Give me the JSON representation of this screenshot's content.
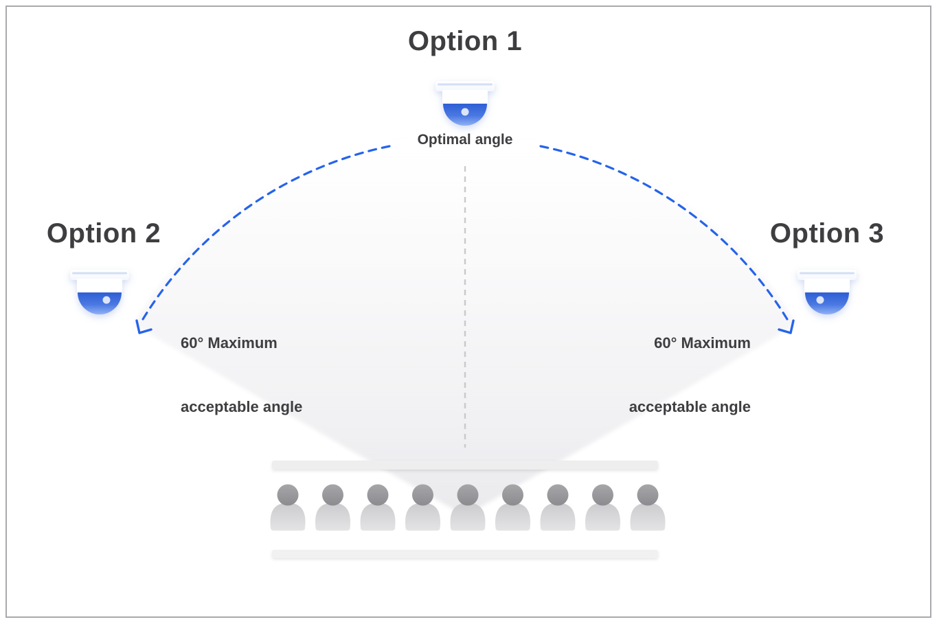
{
  "title": "Camera placement options diagram",
  "labels": {
    "option1": "Option 1",
    "option2": "Option 2",
    "option3": "Option 3",
    "optimal_angle": "Optimal angle",
    "left_max_angle_line1": "60° Maximum",
    "left_max_angle_line2": "acceptable angle",
    "right_max_angle_line1": "60° Maximum",
    "right_max_angle_line2": "acceptable angle"
  },
  "scene": {
    "camera_count": 3,
    "audience_count": 9,
    "max_acceptable_angle_degrees": 60
  },
  "colors": {
    "accent_blue": "#2563eb",
    "dome_blue_top": "#3061d6",
    "dome_blue_bottom": "#8fb0f4",
    "guide_gray": "#c6c6c9",
    "text_dark": "#3e3e41",
    "frame_border": "#a9a9ad",
    "fov_wedge_gray": "#e9e9ec",
    "table_bar_gray": "#eeeeef",
    "person_head_gray": "#98989b",
    "person_body_gray": "#d7d7d9"
  }
}
